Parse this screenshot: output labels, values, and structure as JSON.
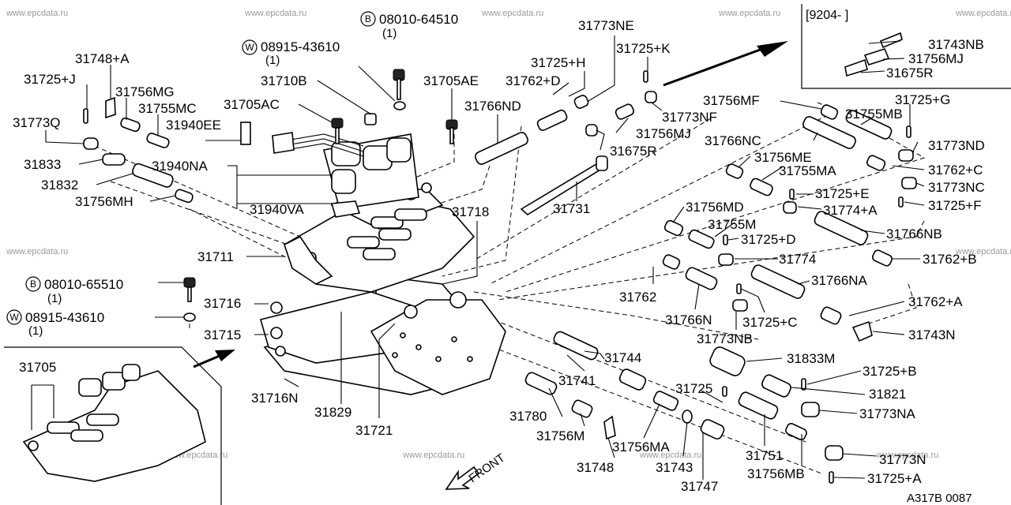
{
  "diagram_code": "A317B 0087",
  "front_label": "FRONT",
  "inset_date": "[9204-     ]",
  "watermark": "www.epcdata.ru",
  "bolts": [
    {
      "circle": "B",
      "code": "08010-64510",
      "qty": "(1)"
    },
    {
      "circle": "W",
      "code": "08915-43610",
      "qty": "(1)"
    },
    {
      "circle": "B",
      "code": "08010-65510",
      "qty": "(1)"
    },
    {
      "circle": "W",
      "code": "08915-43610",
      "qty": "(1)"
    }
  ],
  "parts": [
    "31748+A",
    "31725+J",
    "31756MG",
    "31755MC",
    "31773Q",
    "31833",
    "31832",
    "31756MH",
    "31940EE",
    "31940NA",
    "31940VA",
    "31710B",
    "31705AC",
    "31705AE",
    "31773NE",
    "31725+H",
    "31762+D",
    "31725+K",
    "31773NF",
    "31766ND",
    "31756MJ",
    "31675R",
    "31731",
    "31718",
    "31711",
    "31716",
    "31715",
    "31716N",
    "31829",
    "31721",
    "31705",
    "31744",
    "31741",
    "31780",
    "31756M",
    "31748",
    "31756MA",
    "31743",
    "31747",
    "31725",
    "31751",
    "31756MB",
    "31756MF",
    "31755MB",
    "31725+G",
    "31766NC",
    "31773ND",
    "31756ME",
    "31755MA",
    "31762+C",
    "31773NC",
    "31725+E",
    "31774+A",
    "31725+F",
    "31756MD",
    "31755M",
    "31766NB",
    "31725+D",
    "31774",
    "31762+B",
    "31762",
    "31766NA",
    "31766N",
    "31725+C",
    "31762+A",
    "31773NB",
    "31743N",
    "31833M",
    "31725+B",
    "31821",
    "31773NA",
    "31773N",
    "31725+A",
    "31743NB",
    "31756MJ",
    "31675R"
  ]
}
